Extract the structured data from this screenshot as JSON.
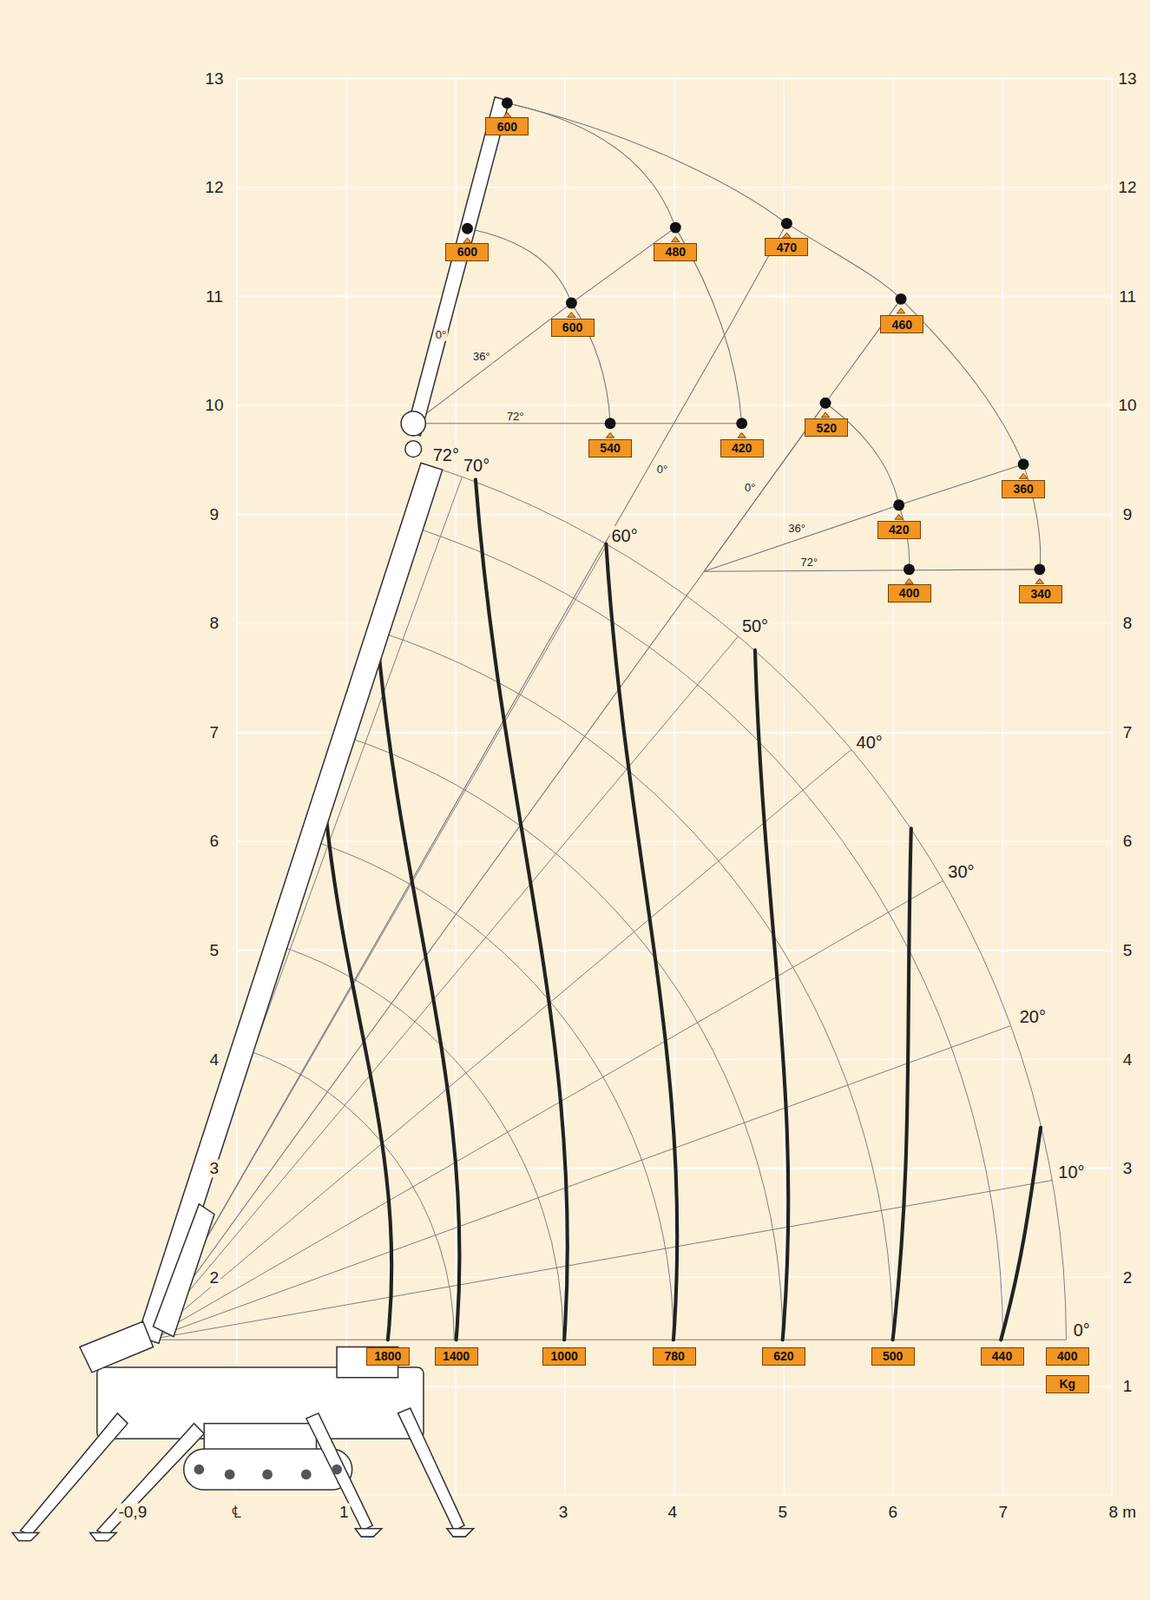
{
  "diagram": {
    "nodes": [
      {
        "text": [
          "600"
        ]
      },
      {
        "text": [
          "470"
        ]
      },
      {
        "text": [
          "600"
        ]
      },
      {
        "text": [
          "480"
        ]
      },
      {
        "text": [
          "600"
        ]
      },
      {
        "text": [
          "460"
        ]
      },
      {
        "text": [
          "520"
        ]
      },
      {
        "text": [
          "540"
        ]
      },
      {
        "text": [
          "420"
        ]
      },
      {
        "text": [
          "360"
        ]
      },
      {
        "text": [
          "420"
        ]
      },
      {
        "text": [
          "400"
        ]
      },
      {
        "text": [
          "340"
        ]
      },
      {
        "text": [
          "1800"
        ]
      },
      {
        "text": [
          "1400"
        ]
      },
      {
        "text": [
          "1000"
        ]
      },
      {
        "text": [
          "780"
        ]
      },
      {
        "text": [
          "620"
        ]
      },
      {
        "text": [
          "500"
        ]
      },
      {
        "text": [
          "440"
        ]
      },
      {
        "text": [
          "400"
        ]
      },
      {
        "text": [
          "Kg"
        ]
      }
    ],
    "labels": [
      "13",
      "12",
      "11",
      "10",
      "9",
      "8",
      "7",
      "6",
      "5",
      "4",
      "3",
      "2",
      "13",
      "12",
      "11",
      "10",
      "9",
      "8",
      "7",
      "6",
      "5",
      "4",
      "3",
      "2",
      "1",
      "-0,9",
      "℄",
      "1",
      "3",
      "4",
      "5",
      "6",
      "7",
      "8 m",
      "72°",
      "70°",
      "60°",
      "50°",
      "40°",
      "30°",
      "20°",
      "10°",
      "0°",
      "0°",
      "36°",
      "72°",
      "0°",
      "0°",
      "36°",
      "72°"
    ]
  }
}
